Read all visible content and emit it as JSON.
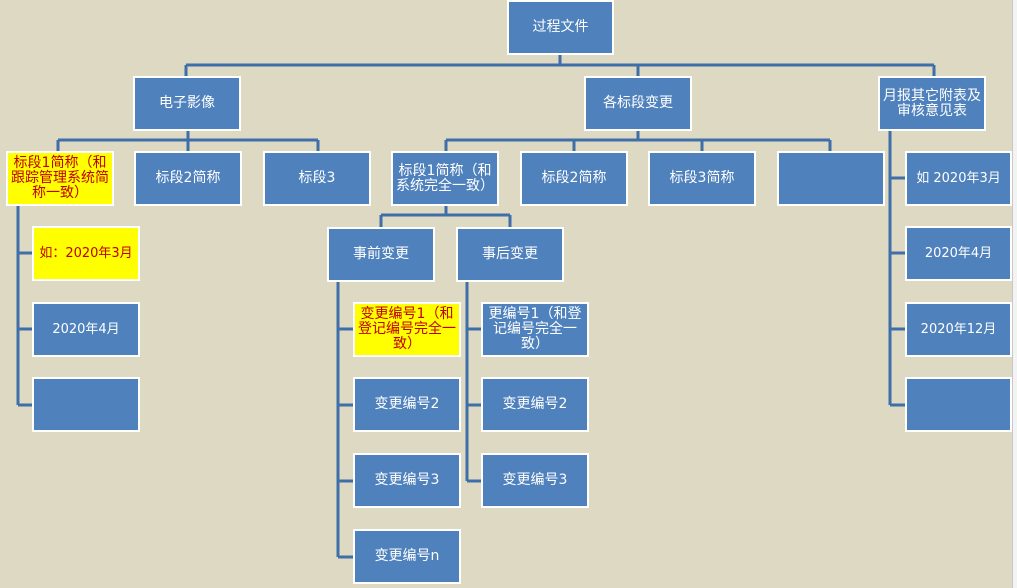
{
  "root": "过程文件",
  "branches": {
    "electronic": {
      "label": "电子影像",
      "sections": {
        "s1": "标段1简称（和跟踪管理系统简称一致）",
        "s2": "标段2简称",
        "s3": "标段3"
      },
      "months": {
        "m1": "如：2020年3月",
        "m2": "2020年4月",
        "m3": ""
      }
    },
    "changes": {
      "label": "各标段变更",
      "sections": {
        "s1": "标段1简称（和系统完全一致）",
        "s2": "标段2简称",
        "s3": "标段3简称",
        "s4": ""
      },
      "pre": {
        "label": "事前变更",
        "items": {
          "i1": "变更编号1（和登记编号完全一致）",
          "i2": "变更编号2",
          "i3": "变更编号3",
          "i4": "变更编号n"
        }
      },
      "post": {
        "label": "事后变更",
        "items": {
          "i1": "更编号1（和登记编号完全一致）",
          "i2": "变更编号2",
          "i3": "变更编号3"
        }
      }
    },
    "monthly": {
      "label": "月报其它附表及审核意见表",
      "months": {
        "m1": "如 2020年3月",
        "m2": "2020年4月",
        "m3": "2020年12月",
        "m4": ""
      }
    }
  },
  "colors": {
    "node_fill": "#4f81bd",
    "node_border": "#ffffff",
    "connector": "#3e6fa8",
    "highlight_fill": "#ffff00",
    "highlight_text": "#c00000",
    "background": "#ddd9c3"
  }
}
